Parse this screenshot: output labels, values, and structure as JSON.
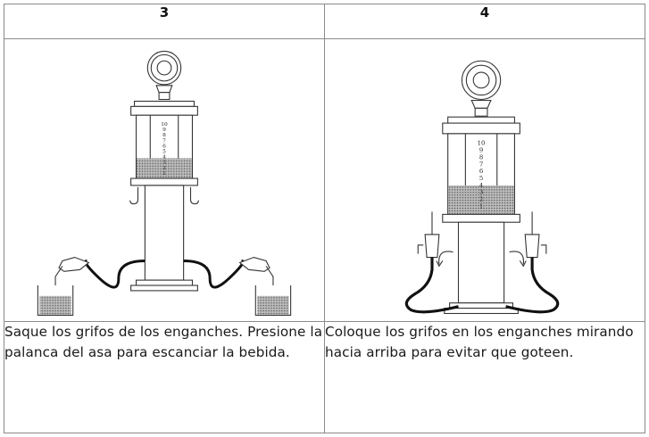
{
  "steps": [
    {
      "number": "3",
      "caption": "Saque los grifos de los enganches. Presione la palanca del asa para escanciar la bebida."
    },
    {
      "number": "4",
      "caption": "Coloque los grifos en los enganches mirando hacia arriba para evitar que goteen."
    }
  ],
  "illustration": {
    "scale_numbers": [
      "10",
      "9",
      "8",
      "7",
      "6",
      "5",
      "4",
      "3",
      "2",
      "1"
    ]
  }
}
